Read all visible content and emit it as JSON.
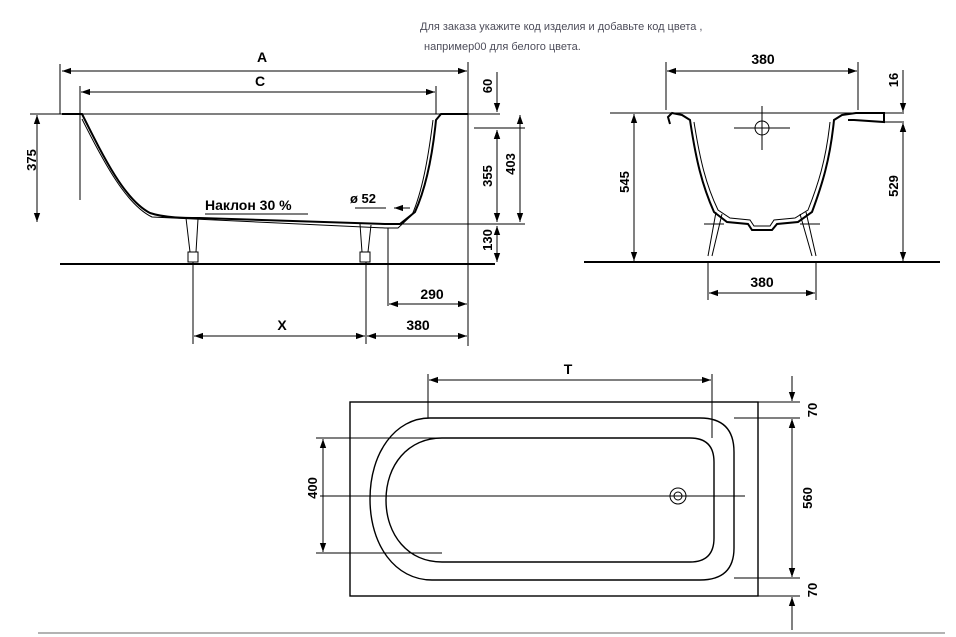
{
  "note": {
    "line1": "Для заказа укажите код изделия и добавьте код цвета ,",
    "line2": "например00 для белого цвета."
  },
  "side_view": {
    "dim_a": "A",
    "dim_c": "C",
    "dim_375": "375",
    "dim_60": "60",
    "dim_355": "355",
    "dim_403": "403",
    "dim_130": "130",
    "slope_label": "Наклон  30 %",
    "drain_diameter": "ø 52",
    "dim_290": "290",
    "dim_x": "X",
    "dim_380": "380"
  },
  "end_view": {
    "dim_top_380": "380",
    "dim_16": "16",
    "dim_545": "545",
    "dim_529": "529",
    "dim_bottom_380": "380"
  },
  "top_view": {
    "dim_t": "T",
    "dim_400": "400",
    "dim_70_top": "70",
    "dim_560": "560",
    "dim_70_bottom": "70"
  }
}
